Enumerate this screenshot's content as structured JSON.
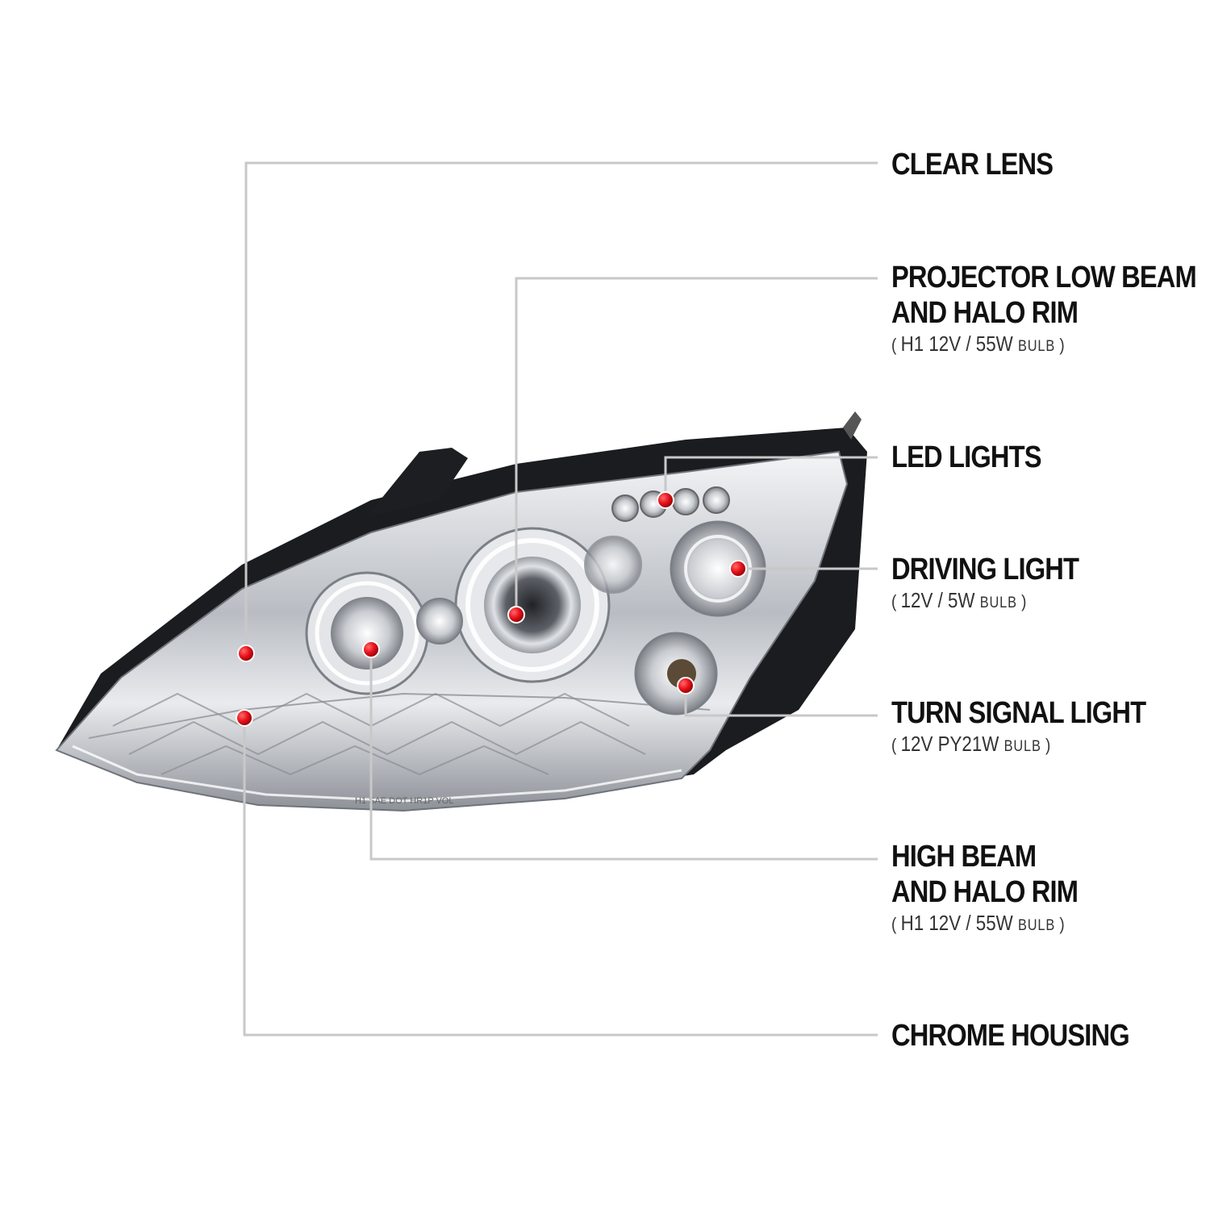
{
  "callouts": [
    {
      "id": "clear-lens",
      "title_lines": [
        "CLEAR LENS"
      ]
    },
    {
      "id": "projector-low-beam",
      "title_lines": [
        "PROJECTOR LOW BEAM",
        "AND HALO RIM"
      ],
      "spec": "H1  12V / 55W",
      "bulb": "BULB"
    },
    {
      "id": "led-lights",
      "title_lines": [
        "LED LIGHTS"
      ]
    },
    {
      "id": "driving-light",
      "title_lines": [
        "DRIVING LIGHT"
      ],
      "spec": "12V / 5W",
      "bulb": "BULB"
    },
    {
      "id": "turn-signal-light",
      "title_lines": [
        "TURN SIGNAL LIGHT"
      ],
      "spec": "12V  PY21W",
      "bulb": "BULB"
    },
    {
      "id": "high-beam",
      "title_lines": [
        "HIGH BEAM",
        "AND HALO RIM"
      ],
      "spec": "H1  12V / 55W",
      "bulb": "BULB"
    },
    {
      "id": "chrome-housing",
      "title_lines": [
        "CHROME HOUSING"
      ]
    }
  ],
  "lens_marking": "H1 SAE DOT HR1P VOL",
  "colors": {
    "leader": "#c8c8c8",
    "marker": "#e8101a",
    "text": "#111111"
  }
}
